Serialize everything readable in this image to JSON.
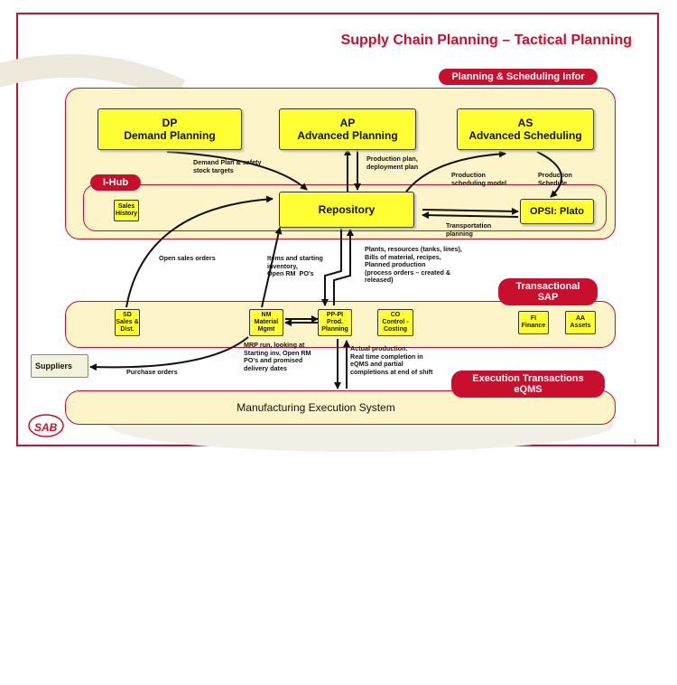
{
  "title": "Supply Chain Planning –  Tactical Planning",
  "regions": {
    "planning": "Planning & Scheduling Infor",
    "ihub": "I-Hub",
    "transactional": "Transactional SAP",
    "execution": "Execution Transactions eQMS"
  },
  "boxes": {
    "dp": "DP\nDemand Planning",
    "ap": "AP\nAdvanced Planning",
    "as": "AS\nAdvanced Scheduling",
    "repository": "Repository",
    "opsi": "OPSI: Plato",
    "sales_history": "Sales\nHistory",
    "sd": "SD\nSales &\nDist.",
    "nm": "NM\nMaterial\nMgmt",
    "pppi": "PP-PI\nProd.\nPlanning",
    "co": "CO\nControl -\nCosting",
    "fi": "FI\nFinance",
    "aa": "AA\nAssets",
    "suppliers": "Suppliers",
    "mes": "Manufacturing Execution System"
  },
  "annotations": {
    "demand_plan": "Demand Plan & safety\nstock targets",
    "production_plan": "Production plan,\ndeployment plan",
    "production_scheduling_model": "Production\nscheduling model",
    "production_schedule": "Production\nSchedule",
    "transportation_planning": "Transportation\nplanning",
    "open_sales_orders": "Open sales orders",
    "items_inventory": "Items and starting\ninventory,\nOpen RM  PO's",
    "plants_resources": "Plants, resources (tanks, lines),\nBills of material, recipes,\nPlanned production\n(process orders – created &\nreleased)",
    "mrp_run": "MRP run, looking at\nStarting inv, Open RM\nPO's and promised\ndelivery dates",
    "purchase_orders": "Purchase orders",
    "actual_production": "Actual production:\nReal time completion in\neQMS and partial\ncompletions at end of shift"
  },
  "logo": "SAB",
  "page_number": "1",
  "colors": {
    "accent": "#c8102e",
    "box_fill": "#ffff33",
    "region_fill": "#fdf5c9"
  }
}
